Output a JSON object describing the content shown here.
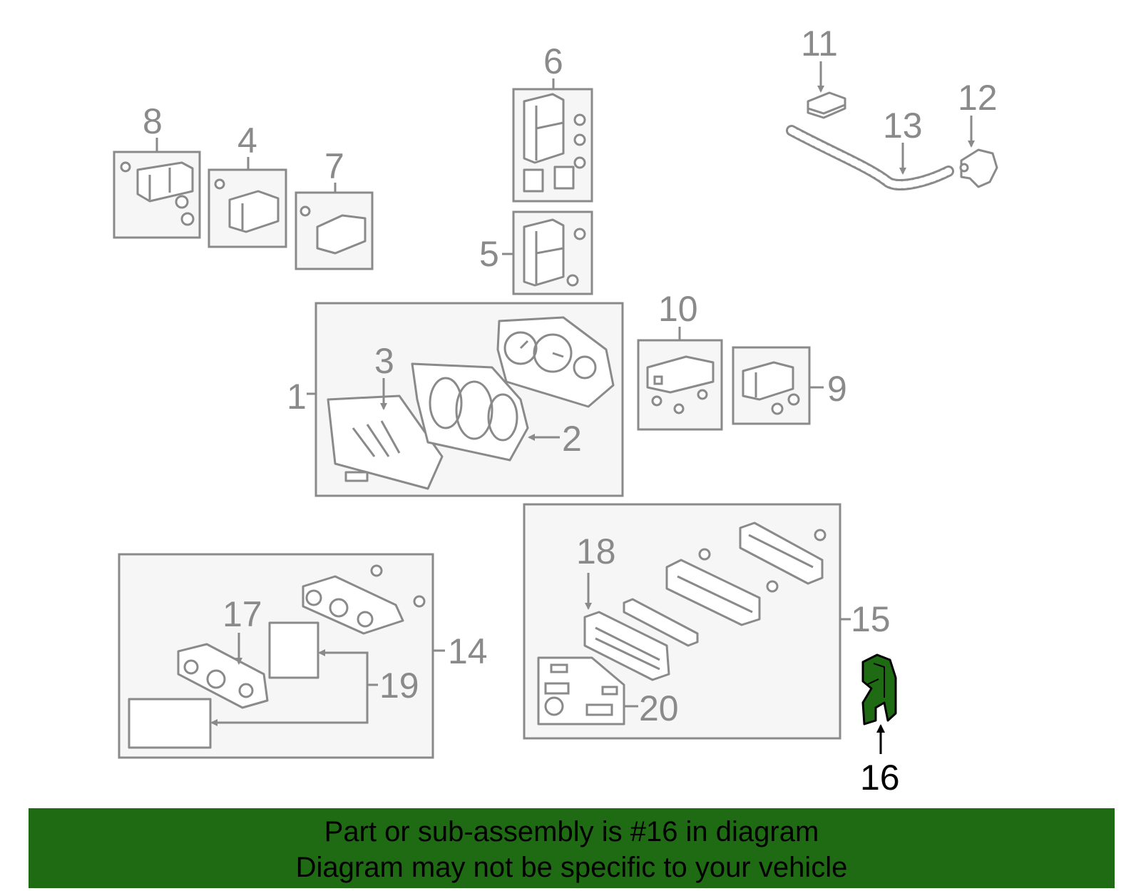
{
  "callouts": {
    "c1": "1",
    "c2": "2",
    "c3": "3",
    "c4": "4",
    "c5": "5",
    "c6": "6",
    "c7": "7",
    "c8": "8",
    "c9": "9",
    "c10": "10",
    "c11": "11",
    "c12": "12",
    "c13": "13",
    "c14": "14",
    "c15": "15",
    "c16": "16",
    "c17": "17",
    "c18": "18",
    "c19": "19",
    "c20": "20"
  },
  "highlight": {
    "part_number": "16",
    "color": "#1f6b14"
  },
  "banner": {
    "line1": "Part or sub-assembly is #16 in diagram",
    "line2": "Diagram may not be specific to your vehicle",
    "background": "#1f6b14"
  },
  "colors": {
    "outline": "#8a8a8a",
    "box_fill": "#f6f6f6",
    "text": "#000000"
  }
}
